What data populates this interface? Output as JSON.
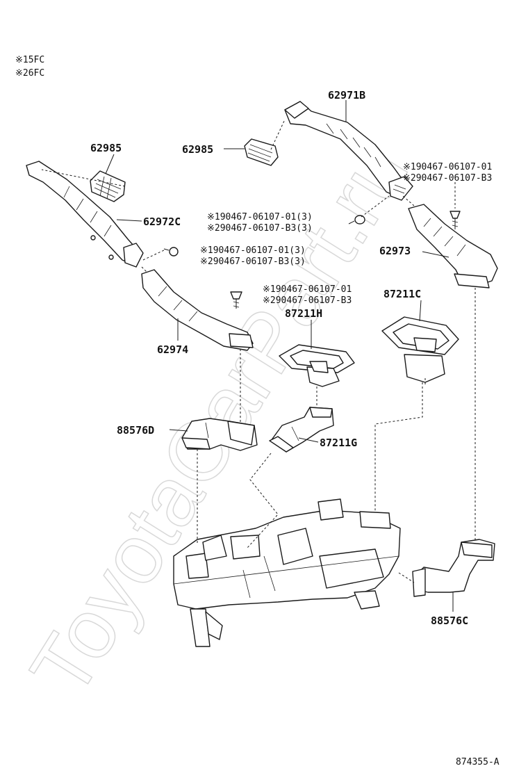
{
  "notes": [
    {
      "mark": "※1",
      "text": "5FC"
    },
    {
      "mark": "※2",
      "text": "6FC"
    }
  ],
  "labels": {
    "p62971B": "62971B",
    "p62985_center": "62985",
    "p62985_left": "62985",
    "p62972C": "62972C",
    "p62973": "62973",
    "p62974": "62974",
    "p87211C": "87211C",
    "p87211H": "87211H",
    "p87211G": "87211G",
    "p88576D": "88576D",
    "p88576C": "88576C"
  },
  "fasteners": {
    "right_top": {
      "line1": "90467-06107-01",
      "line2": "90467-06107-B3",
      "mark1": "※1",
      "mark2": "※2"
    },
    "mid_upper": {
      "line1": "90467-06107-01(3)",
      "line2": "90467-06107-B3(3)",
      "mark1": "※1",
      "mark2": "※2"
    },
    "mid_lower": {
      "line1": "90467-06107-01(3)",
      "line2": "90467-06107-B3(3)",
      "mark1": "※1",
      "mark2": "※2"
    },
    "center": {
      "line1": "90467-06107-01",
      "line2": "90467-06107-B3",
      "mark1": "※1",
      "mark2": "※2"
    }
  },
  "diagram_id": "874355-A",
  "watermark": "ToyotaCarPart.ru",
  "colors": {
    "ink": "#1a1a1a",
    "background": "#ffffff",
    "watermark": "#d8d8d8"
  }
}
